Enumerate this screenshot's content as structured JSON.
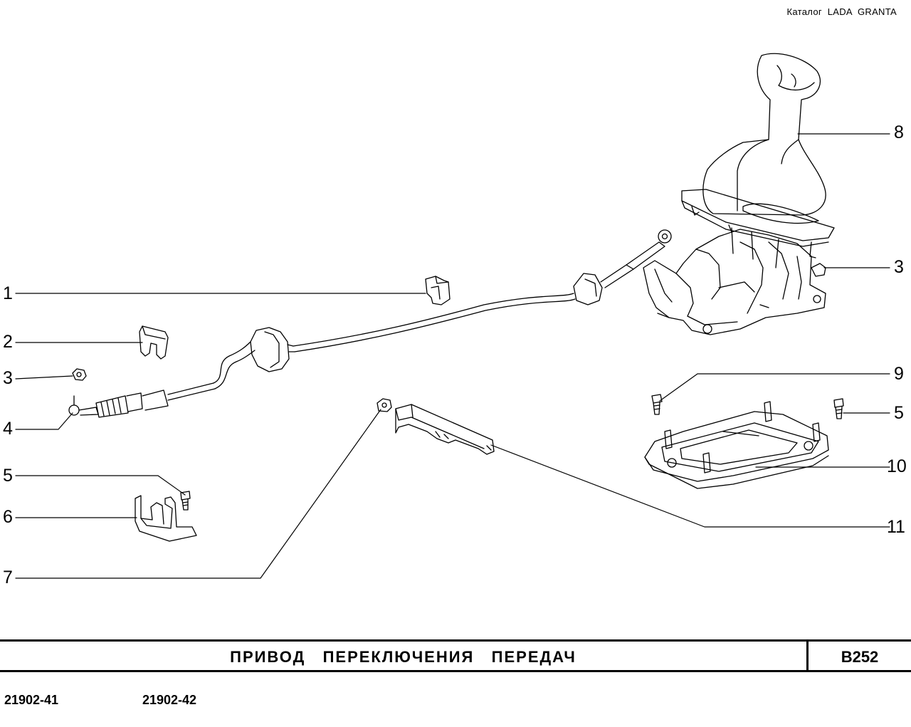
{
  "header": {
    "catalog_label": "Каталог  LADA  GRANTA"
  },
  "callouts": [
    "1",
    "2",
    "3",
    "4",
    "5",
    "6",
    "7",
    "8",
    "3",
    "9",
    "5",
    "10",
    "11"
  ],
  "footer": {
    "title": "ПРИВОД   ПЕРЕКЛЮЧЕНИЯ   ПЕРЕДАЧ",
    "code": "B252",
    "models": [
      "21902-41",
      "21902-42"
    ]
  }
}
